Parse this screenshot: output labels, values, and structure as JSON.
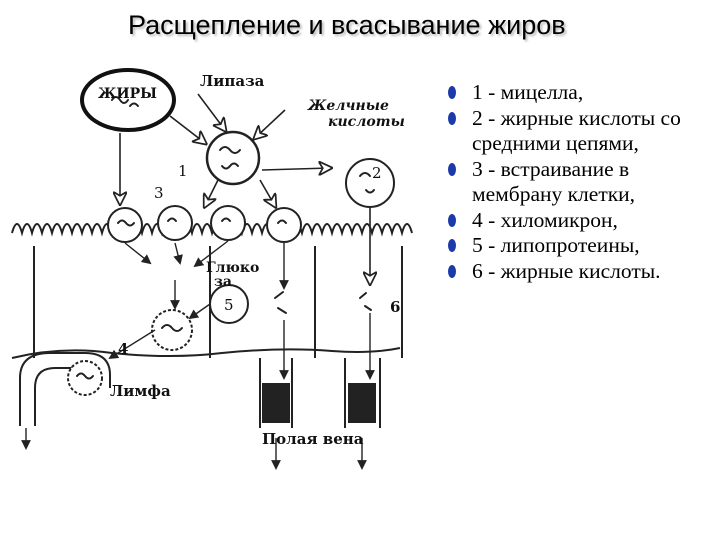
{
  "title": "Расщепление и всасывание жиров",
  "diagram": {
    "fats_label": "ЖИРЫ",
    "lipase_label": "Липаза",
    "bile_acids_line1": "Желчные",
    "bile_acids_line2": "кислоты",
    "glucose_line1": "Глюко",
    "glucose_line2": "за",
    "lymph_label": "Лимфа",
    "portal_vein_label": "Полая вена",
    "num_1": "1",
    "num_2": "2",
    "num_3": "3",
    "num_4": "4",
    "num_5": "5",
    "num_6": "6"
  },
  "legend": [
    "1 - мицелла,",
    "2 - жирные кислоты со средними цепями,",
    "3 - встраивание в мембрану клетки,",
    "4 - хиломикрон,",
    "5 - липопротеины,",
    "6 - жирные кислоты."
  ],
  "colors": {
    "bullet": "#1c3aa9",
    "ink": "#222222"
  }
}
